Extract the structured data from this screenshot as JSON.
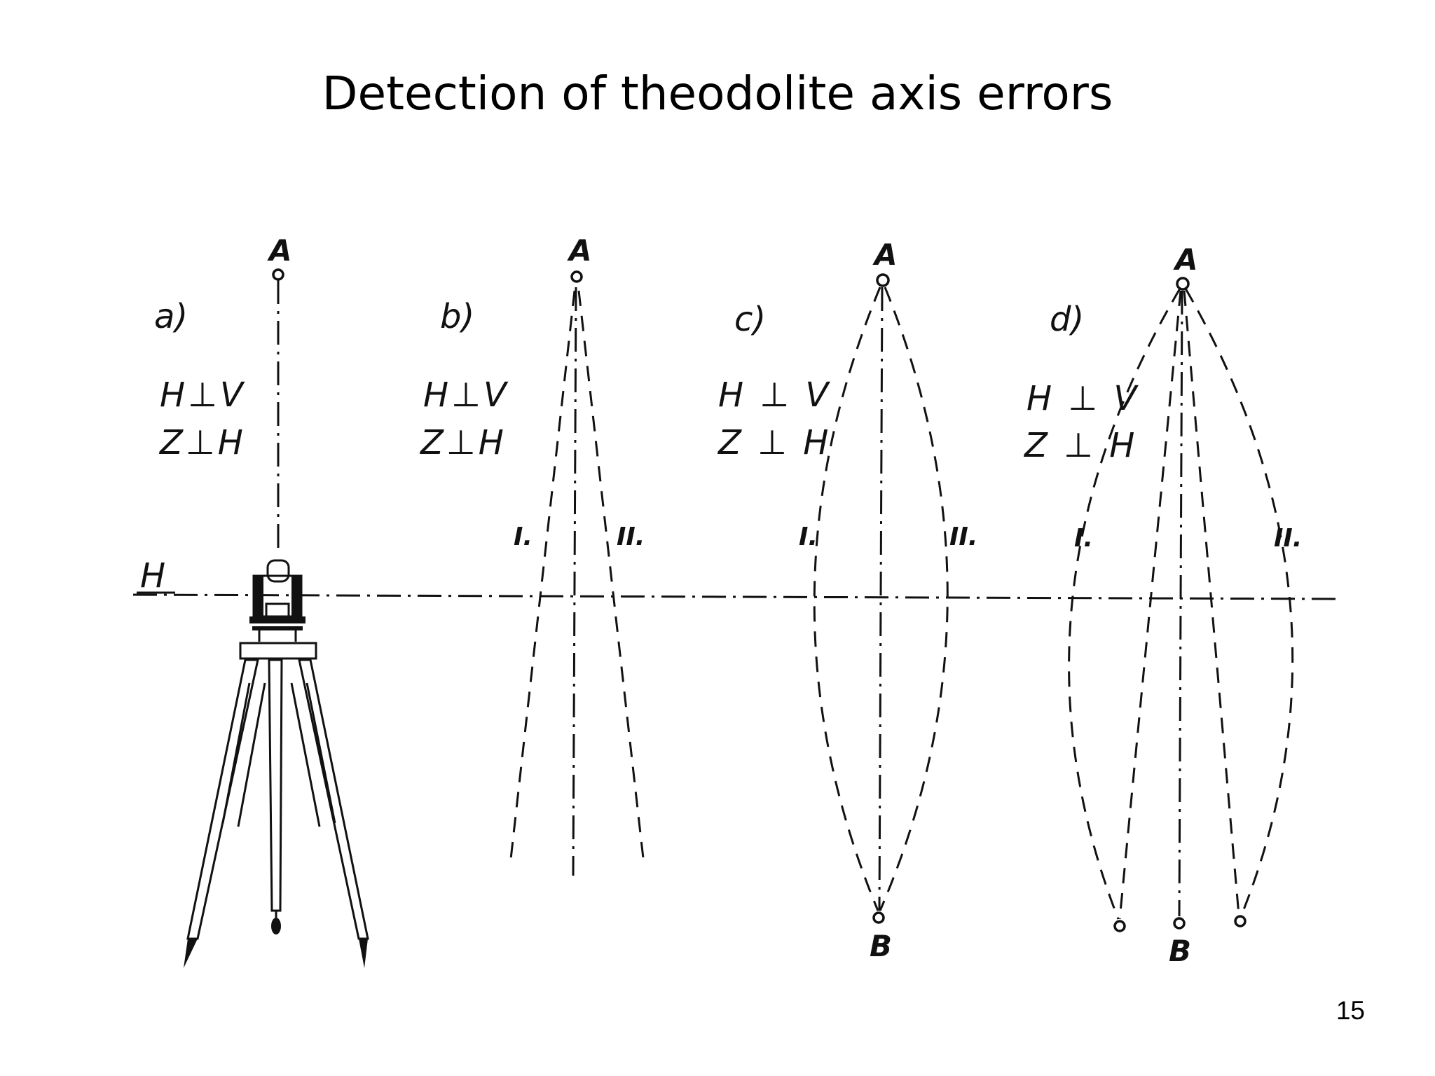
{
  "slide": {
    "title": "Detection of theodolite axis errors",
    "page_number": "15"
  },
  "diagram": {
    "horizon_label": "H",
    "panels": [
      {
        "id": "a",
        "label": "a)",
        "cond1": "H⊥V",
        "cond2": "Z⊥H",
        "top_point": "A"
      },
      {
        "id": "b",
        "label": "b)",
        "cond1": "H⊥V",
        "cond2": "Z⊥H",
        "top_point": "A",
        "left_line": "I.",
        "right_line": "II."
      },
      {
        "id": "c",
        "label": "c)",
        "cond1": "H ⊥ V",
        "cond2": "Z ⊥ H",
        "top_point": "A",
        "bottom_point": "B",
        "left_line": "I.",
        "right_line": "II."
      },
      {
        "id": "d",
        "label": "d)",
        "cond1": "H ⊥ V",
        "cond2": "Z ⊥ H",
        "top_point": "A",
        "bottom_point": "B",
        "left_line": "I.",
        "right_line": "II."
      }
    ]
  }
}
